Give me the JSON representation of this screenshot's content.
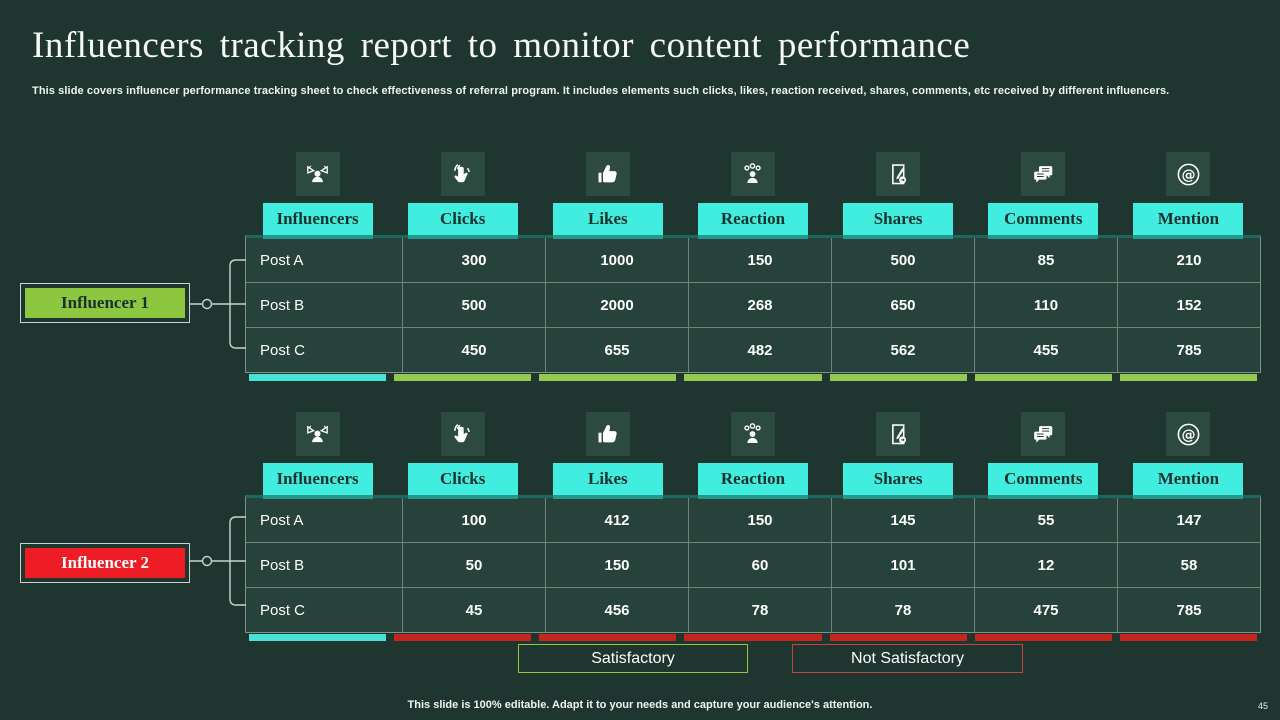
{
  "slide": {
    "title": "Influencers tracking report to monitor content performance",
    "subtitle": "This slide covers influencer performance tracking sheet to check effectiveness of referral program. It includes elements such clicks, likes, reaction received, shares, comments, etc received by different influencers.",
    "footer": "This slide is 100% editable. Adapt it to your needs and capture your audience's attention.",
    "page_number": "45"
  },
  "columns": [
    {
      "label": "Influencers",
      "icon": "influencer-icon"
    },
    {
      "label": "Clicks",
      "icon": "click-icon"
    },
    {
      "label": "Likes",
      "icon": "thumbs-up-icon"
    },
    {
      "label": "Reaction",
      "icon": "reaction-icon"
    },
    {
      "label": "Shares",
      "icon": "share-document-icon"
    },
    {
      "label": "Comments",
      "icon": "comments-icon"
    },
    {
      "label": "Mention",
      "icon": "mention-icon"
    }
  ],
  "influencers": [
    {
      "label": "Influencer 1",
      "status": "satisfactory",
      "rows": [
        {
          "post": "Post A",
          "values": [
            "300",
            "1000",
            "150",
            "500",
            "85",
            "210"
          ]
        },
        {
          "post": "Post B",
          "values": [
            "500",
            "2000",
            "268",
            "650",
            "110",
            "152"
          ]
        },
        {
          "post": "Post C",
          "values": [
            "450",
            "655",
            "482",
            "562",
            "455",
            "785"
          ]
        }
      ]
    },
    {
      "label": "Influencer 2",
      "status": "not-satisfactory",
      "rows": [
        {
          "post": "Post A",
          "values": [
            "100",
            "412",
            "150",
            "145",
            "55",
            "147"
          ]
        },
        {
          "post": "Post B",
          "values": [
            "50",
            "150",
            "60",
            "101",
            "12",
            "58"
          ]
        },
        {
          "post": "Post C",
          "values": [
            "45",
            "456",
            "78",
            "78",
            "475",
            "785"
          ]
        }
      ]
    }
  ],
  "legend": {
    "satisfactory": "Satisfactory",
    "not_satisfactory": "Not Satisfactory"
  },
  "colors": {
    "background": "#1F3630",
    "icon_tile": "#2C4A40",
    "header_cyan": "#40EDDE",
    "satisfactory_green": "#8DC63F",
    "not_satisfactory_red": "#EE1C25",
    "bar_cyan": "#48E3D6",
    "bar_green": "#92C951",
    "bar_red": "#C3261C"
  }
}
